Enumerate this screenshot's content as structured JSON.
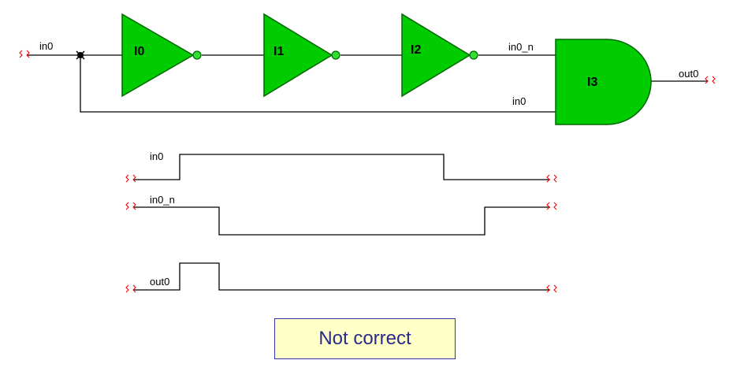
{
  "circuit": {
    "gates": [
      {
        "id": "I0",
        "type": "inverter"
      },
      {
        "id": "I1",
        "type": "inverter"
      },
      {
        "id": "I2",
        "type": "inverter"
      },
      {
        "id": "I3",
        "type": "and"
      }
    ],
    "signals": {
      "input": "in0",
      "i2_output": "in0_n",
      "and_input_b": "in0",
      "output": "out0"
    }
  },
  "waveforms": [
    {
      "name": "in0",
      "levels": "0-1-0"
    },
    {
      "name": "in0_n",
      "levels": "1-0-1"
    },
    {
      "name": "out0",
      "levels": "0-1-0"
    }
  ],
  "status": {
    "message": "Not correct"
  },
  "colors": {
    "gate_fill": "#00cc00",
    "port_marker": "#ff0000",
    "status_background": "#ffffc8",
    "status_text": "#2a2a8a"
  }
}
